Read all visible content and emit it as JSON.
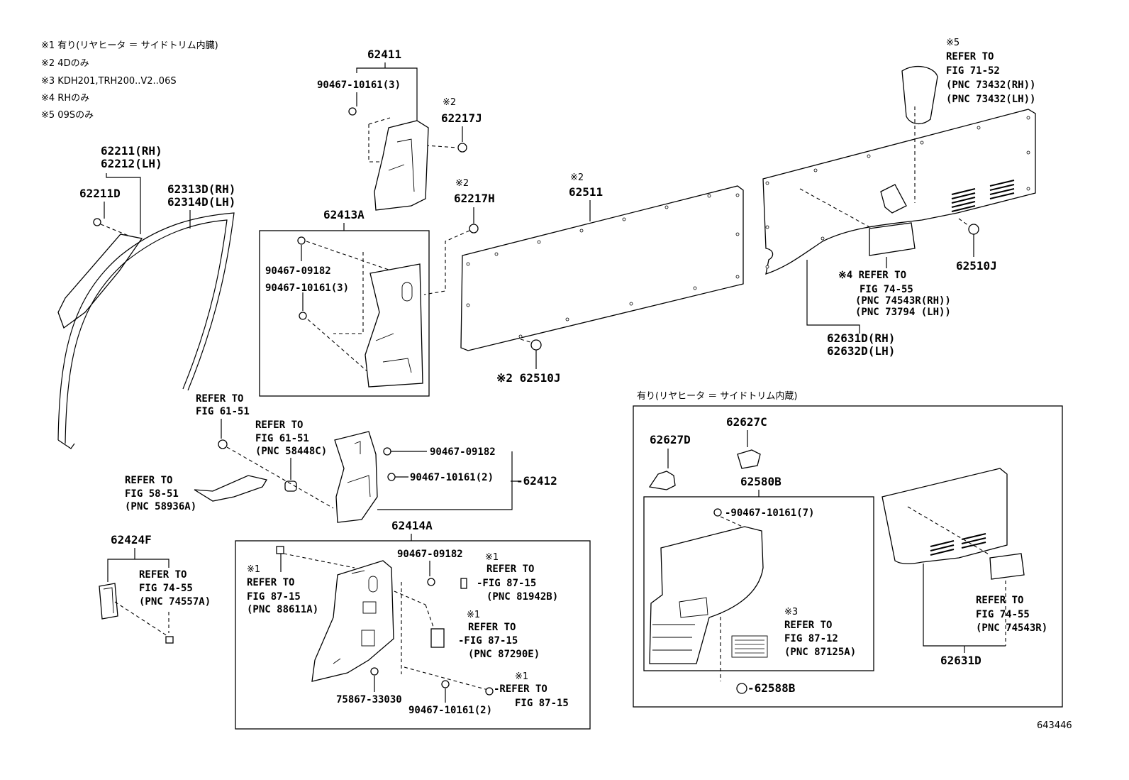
{
  "notes": [
    "※1 有り(リヤヒータ ＝ サイドトリム内臓)",
    "※2 4Dのみ",
    "※3 KDH201,TRH200..V2..06S",
    "※4 RHのみ",
    "※5 09Sのみ"
  ],
  "labels": {
    "p62411": "62411",
    "c90467_10161_3a": "90467-10161(3)",
    "m2a": "※2",
    "p62217J": "62217J",
    "p62211RH": "62211(RH)",
    "p62212LH": "62212(LH)",
    "p62211D": "62211D",
    "p62313D": "62313D(RH)",
    "p62314D": "62314D(LH)",
    "m2b": "※2",
    "p62217H": "62217H",
    "m2c": "※2",
    "p62511": "62511",
    "p62413A": "62413A",
    "c90467_09182a": "90467-09182",
    "c90467_10161_3b": "90467-10161(3)",
    "m2d": "※2 62510J",
    "m5": "※5",
    "ref73432_1": "REFER TO",
    "ref73432_2": "FIG 71-52",
    "ref73432_3": "(PNC 73432(RH))",
    "ref73432_4": "(PNC 73432(LH))",
    "p62510J": "62510J",
    "ref74543_1": "※4 REFER TO",
    "ref74543_2": "FIG 74-55",
    "ref74543_3": "(PNC 74543R(RH))",
    "ref74543_4": "(PNC 73794 (LH))",
    "p62631D": "62631D(RH)",
    "p62632D": "62632D(LH)",
    "ref61_1": "REFER TO",
    "ref61_2": "FIG 61-51",
    "ref58448_1": "REFER TO",
    "ref58448_2": "FIG 61-51",
    "ref58448_3": "(PNC 58448C)",
    "c90467_09182b": "90467-09182",
    "c90467_10161_2a": "90467-10161(2)",
    "p62412": "-62412",
    "ref58936_1": "REFER TO",
    "ref58936_2": "FIG 58-51",
    "ref58936_3": "(PNC 58936A)",
    "p62424F": "62424F",
    "ref74557_1": "REFER TO",
    "ref74557_2": "FIG 74-55",
    "ref74557_3": "(PNC 74557A)",
    "p62414A": "62414A",
    "c90467_09182c": "90467-09182",
    "m1a": "※1",
    "ref88611_1": "REFER TO",
    "ref88611_2": "FIG 87-15",
    "ref88611_3": "(PNC 88611A)",
    "m1b": "※1",
    "ref81942_1": "REFER TO",
    "ref81942_2": "-FIG 87-15",
    "ref81942_3": "(PNC 81942B)",
    "m1c": "※1",
    "ref87290_1": "REFER TO",
    "ref87290_2": "-FIG 87-15",
    "ref87290_3": "(PNC 87290E)",
    "m1d": "※1",
    "ref8715_1": "-REFER TO",
    "ref8715_2": "FIG 87-15",
    "c75867": "75867-33030",
    "c90467_10161_2b": "90467-10161(2)",
    "box_title": "有り(リヤヒータ ＝ サイドトリム内蔵)",
    "p62627D": "62627D",
    "p62627C": "62627C",
    "p62580B": "62580B",
    "c90467_10161_7": "-90467-10161(7)",
    "m3": "※3",
    "ref87125_1": "REFER TO",
    "ref87125_2": "FIG 87-12",
    "ref87125_3": "(PNC 87125A)",
    "p62588B": "-62588B",
    "ref74543R_1": "REFER TO",
    "ref74543R_2": "FIG 74-55",
    "ref74543R_3": "(PNC 74543R)",
    "p62631D_b": "62631D",
    "fig_no": "643446"
  }
}
